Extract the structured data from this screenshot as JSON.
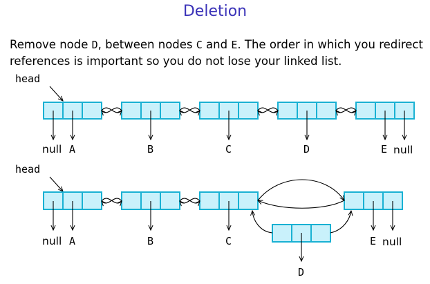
{
  "title": "Deletion",
  "description": {
    "part1": "Remove node ",
    "node_removed": "D",
    "part2": ", between nodes ",
    "node_before": "C",
    "part3": " and ",
    "node_after": "E",
    "part4": ". The order in which you redirect references is important so you do not lose your linked list."
  },
  "top_diagram": {
    "head_label": "head",
    "nodes": [
      "A",
      "B",
      "C",
      "D",
      "E"
    ],
    "null_left": "null",
    "null_right": "null"
  },
  "bottom_diagram": {
    "head_label": "head",
    "nodes": [
      "A",
      "B",
      "C",
      "E"
    ],
    "removed_node": "D",
    "null_left": "null",
    "null_right": "null"
  },
  "colors": {
    "title": "#3b33b8",
    "node_fill": "#c9f1fb",
    "node_stroke": "#19b1d3"
  }
}
